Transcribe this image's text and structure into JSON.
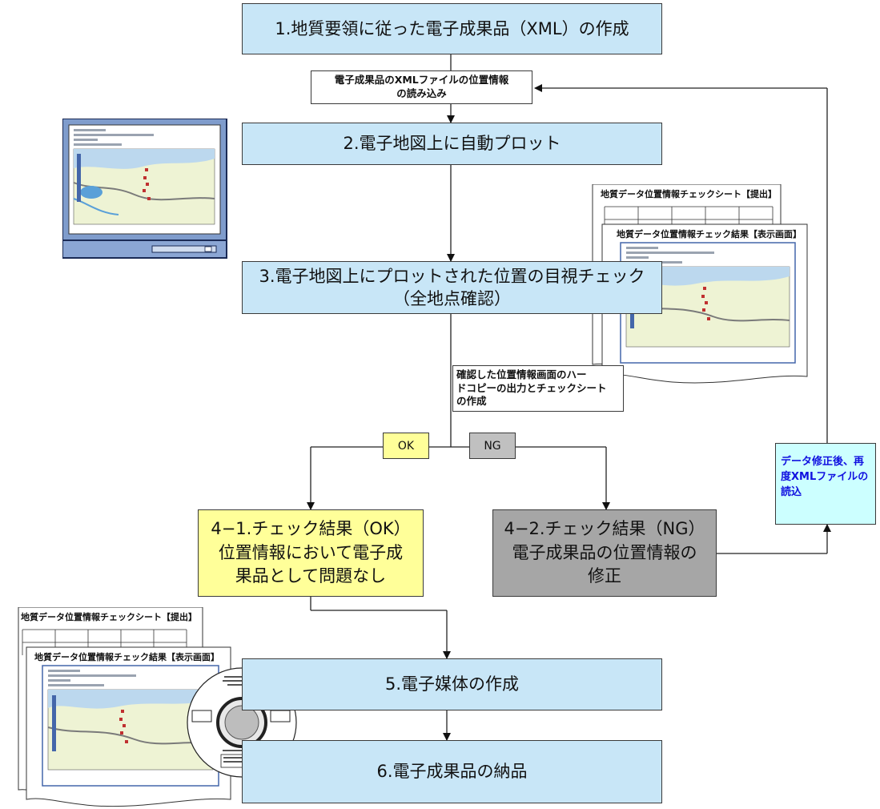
{
  "steps": {
    "s1": "1.地質要領に従った電子成果品（XML）の作成",
    "s2": "2.電子地図上に自動プロット",
    "s3_line1": "3.電子地図上にプロットされた位置の目視チェック",
    "s3_line2": "（全地点確認）",
    "s5": "5.電子媒体の作成",
    "s6": "6.電子成果品の納品"
  },
  "notes": {
    "read_line1": "電子成果品のXMLファイルの位置情報",
    "read_line2": "の読み込み",
    "confirm_line1": "確認した位置情報画面のハー",
    "confirm_line2": "ドコピーの出力とチェックシート",
    "confirm_line3": "の作成"
  },
  "tags": {
    "ok": "OK",
    "ng": "NG"
  },
  "results": {
    "ok_line1": "4−1.チェック結果（OK）",
    "ok_line2": "位置情報において電子成",
    "ok_line3": "果品として問題なし",
    "ng_line1": "4−2.チェック結果（NG）",
    "ng_line2": "電子成果品の位置情報の",
    "ng_line3": "修正"
  },
  "feedback": {
    "line1": "データ修正後、再",
    "line2": "度XMLファイルの",
    "line3": "読込"
  },
  "sheets": {
    "submit_title": "地質データ位置情報チェックシート【提出】",
    "display_title": "地質データ位置情報チェック結果【表示画面】"
  },
  "colors": {
    "step_fill": "#c8e6f7",
    "ok_fill": "#ffff99",
    "ng_fill": "#a6a6a6",
    "feedback_fill": "#ccffff",
    "feedback_text": "#1010e0"
  }
}
